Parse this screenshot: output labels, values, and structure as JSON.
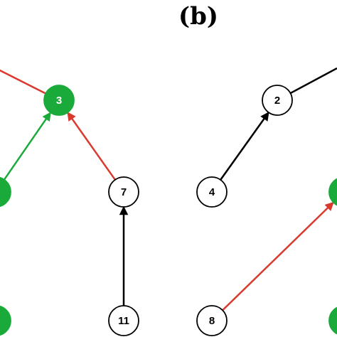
{
  "panel_label": "(b)",
  "colors": {
    "green": "#1aaa3a",
    "red": "#d93a2e",
    "black": "#000000",
    "white": "#ffffff"
  },
  "nodes": [
    {
      "id": "3",
      "label": "3",
      "fill": "green"
    },
    {
      "id": "7",
      "label": "7",
      "fill": "white"
    },
    {
      "id": "11",
      "label": "11",
      "fill": "white"
    },
    {
      "id": "2",
      "label": "2",
      "fill": "white"
    },
    {
      "id": "4",
      "label": "4",
      "fill": "white"
    },
    {
      "id": "8",
      "label": "8",
      "fill": "white"
    },
    {
      "id": "left-mid",
      "label": "",
      "fill": "green"
    },
    {
      "id": "left-bottom",
      "label": "",
      "fill": "green"
    },
    {
      "id": "right-mid",
      "label": "",
      "fill": "green"
    },
    {
      "id": "right-bottom",
      "label": "",
      "fill": "green"
    }
  ],
  "edges": [
    {
      "from": "offscreen-left",
      "to": "3",
      "color": "red",
      "arrow": false
    },
    {
      "from": "left-mid",
      "to": "3",
      "color": "green",
      "arrow": true
    },
    {
      "from": "7",
      "to": "3",
      "color": "red",
      "arrow": true
    },
    {
      "from": "11",
      "to": "7",
      "color": "black",
      "arrow": true
    },
    {
      "from": "2",
      "to": "offscreen-right",
      "color": "black",
      "arrow": false
    },
    {
      "from": "4",
      "to": "2",
      "color": "black",
      "arrow": true
    },
    {
      "from": "8",
      "to": "right-mid",
      "color": "red",
      "arrow": true
    }
  ]
}
